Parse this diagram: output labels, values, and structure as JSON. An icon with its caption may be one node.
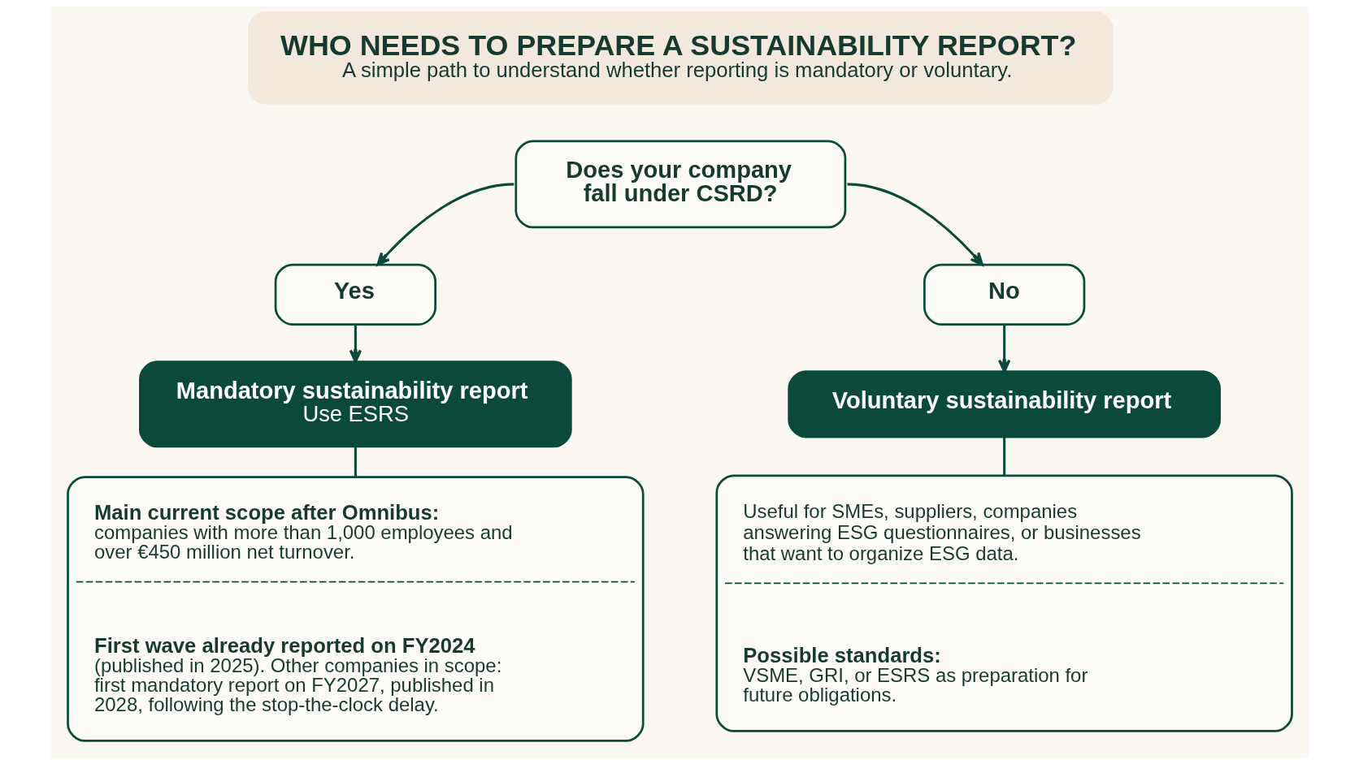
{
  "diagram": {
    "nodes": [
      {
        "text": [
          "WHO NEEDS TO PREPARE A SUSTAINABILITY REPORT?",
          "A simple path to understand whether reporting is mandatory or voluntary."
        ]
      },
      {
        "text": [
          "Does your company fall under CSRD?"
        ]
      },
      {
        "text": [
          "Yes"
        ]
      },
      {
        "text": [
          "No"
        ]
      },
      {
        "text": [
          "Mandatory sustainability report",
          "Use ESRS"
        ]
      },
      {
        "text": [
          "Voluntary sustainability report"
        ]
      },
      {
        "text": [],
        "shape": "box"
      },
      {
        "text": [
          "Main current scope after Omnibus:",
          "companies with more than 1,000 employees and over €450 million net turnover."
        ],
        "in": 6
      },
      {
        "text": [
          "First wave already reported on FY2024",
          "(published in 2025). Other companies in scope: first mandatory report on FY2027, published in 2028, following the stop-the-clock delay."
        ],
        "in": 6
      },
      {
        "text": [],
        "shape": "box"
      },
      {
        "text": [
          "Useful for SMEs, suppliers, companies answering ESG questionnaires, or businesses that want to organize ESG data."
        ],
        "in": 9
      },
      {
        "text": [
          "Possible standards:",
          "VSME, GRI, or ESRS as preparation for future obligations."
        ],
        "in": 9
      }
    ],
    "edges": [
      {
        "from": 1,
        "to": 2,
        "arrow": "to"
      },
      {
        "from": 1,
        "to": 3,
        "arrow": "to"
      },
      {
        "from": 2,
        "to": 4,
        "arrow": "to"
      },
      {
        "from": 3,
        "to": 5,
        "arrow": "to"
      },
      {
        "from": 4,
        "to": 6,
        "arrow": "none"
      },
      {
        "from": 5,
        "to": 9,
        "arrow": "none"
      }
    ]
  }
}
